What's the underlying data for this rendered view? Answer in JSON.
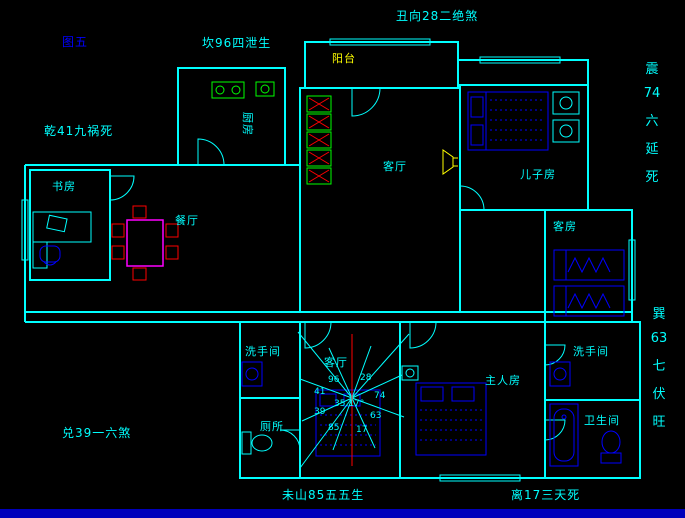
{
  "colors": {
    "background": "#000000",
    "wall": "#00ffff",
    "furniture_blue": "#0000ff",
    "green": "#00ff00",
    "magenta": "#ff00ff",
    "red": "#ff0000",
    "yellow": "#ffff00",
    "figure_blue": "#0000ff",
    "bottom_bar": "#0000bb"
  },
  "annotations": {
    "figure_label": "图五",
    "kan_north": "坎96四泄生",
    "chou_facing": "丑向28二绝煞",
    "qian_northwest": "乾41九祸死",
    "dui_west": "兑39一六煞",
    "zhen_east": [
      "震",
      "74",
      "六",
      "延",
      "死"
    ],
    "xun_southeast": [
      "巽",
      "63",
      "七",
      "伏",
      "旺"
    ],
    "wei_mountain": "未山85五五生",
    "li_south": "离17三天死"
  },
  "rooms": {
    "balcony": "阳台",
    "kitchen": "厨房",
    "living_room": "客厅",
    "son_room": "儿子房",
    "study": "书房",
    "dining_room": "餐厅",
    "guest_room": "客房",
    "washroom_left": "洗手间",
    "toilet": "厕所",
    "living_room_2": "客厅",
    "master_room": "主人房",
    "washroom_right": "洗手间",
    "bathroom": "卫生间"
  },
  "compass": {
    "center_degree": "35.17°",
    "numbers": [
      "96",
      "28",
      "74",
      "63",
      "17",
      "85",
      "39",
      "41"
    ]
  }
}
